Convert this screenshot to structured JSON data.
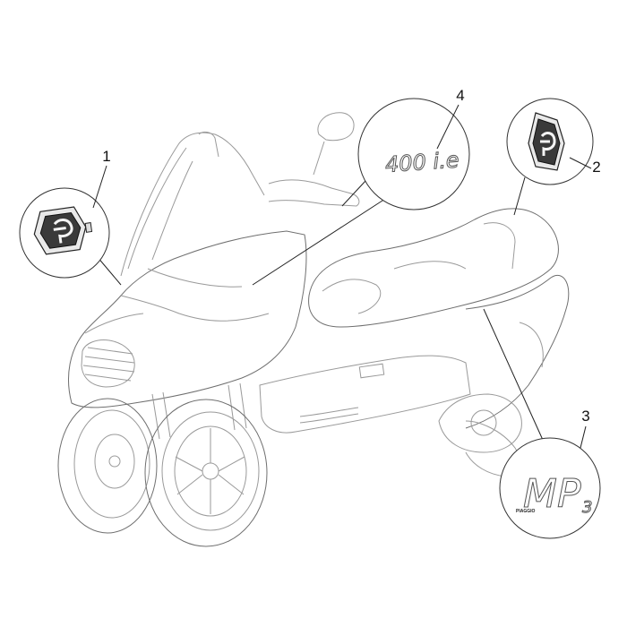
{
  "callouts": [
    {
      "number": "1",
      "part": "piaggio-emblem-front"
    },
    {
      "number": "2",
      "part": "piaggio-emblem-rear"
    },
    {
      "number": "3",
      "part": "mp3-decal"
    },
    {
      "number": "4",
      "part": "400ie-decal"
    }
  ],
  "decals": {
    "model_badge_text": "400 i.e",
    "mp3_badge_text": "MP",
    "mp3_badge_suffix": "3",
    "mp3_badge_small": "PIAGGIO"
  },
  "icons": {
    "emblem": "piaggio-hexagon-logo-icon"
  },
  "colors": {
    "outline": "#9a9a9a",
    "callout_line": "#222222",
    "background": "#ffffff"
  }
}
